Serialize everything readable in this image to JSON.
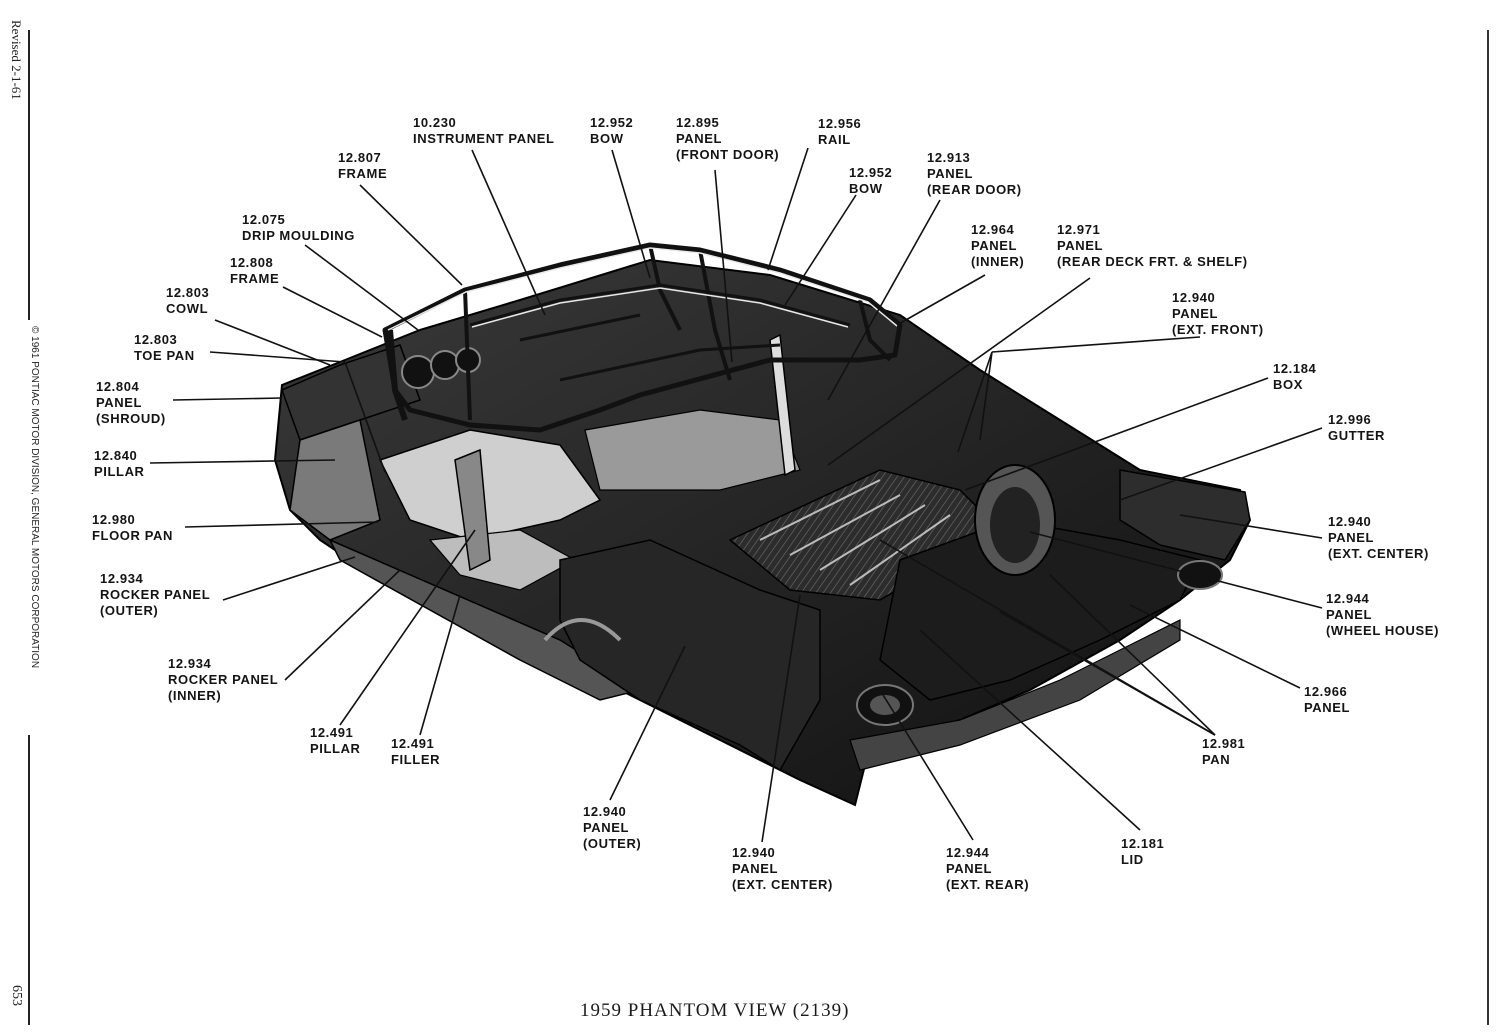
{
  "margin": {
    "revised": "Revised 2-1-61",
    "copyright": "© 1961 PONTIAC MOTOR DIVISION, GENERAL MOTORS CORPORATION",
    "page_number": "653"
  },
  "caption": "1959 PHANTOM VIEW (2139)",
  "callouts": [
    {
      "id": "instrument-panel",
      "lines": [
        "10.230",
        "INSTRUMENT PANEL"
      ]
    },
    {
      "id": "bow-front",
      "lines": [
        "12.952",
        "BOW"
      ]
    },
    {
      "id": "panel-front-door",
      "lines": [
        "12.895",
        "PANEL",
        "(FRONT DOOR)"
      ]
    },
    {
      "id": "rail",
      "lines": [
        "12.956",
        "RAIL"
      ]
    },
    {
      "id": "frame-upper",
      "lines": [
        "12.807",
        "FRAME"
      ]
    },
    {
      "id": "bow-rear",
      "lines": [
        "12.952",
        "BOW"
      ]
    },
    {
      "id": "panel-rear-door",
      "lines": [
        "12.913",
        "PANEL",
        "(REAR DOOR)"
      ]
    },
    {
      "id": "drip-moulding",
      "lines": [
        "12.075",
        "DRIP MOULDING"
      ]
    },
    {
      "id": "panel-inner",
      "lines": [
        "12.964",
        "PANEL",
        "(INNER)"
      ]
    },
    {
      "id": "panel-rear-deck",
      "lines": [
        "12.971",
        "PANEL",
        "(REAR DECK FRT. & SHELF)"
      ]
    },
    {
      "id": "frame-lower",
      "lines": [
        "12.808",
        "FRAME"
      ]
    },
    {
      "id": "cowl",
      "lines": [
        "12.803",
        "COWL"
      ]
    },
    {
      "id": "panel-ext-front",
      "lines": [
        "12.940",
        "PANEL",
        "(EXT. FRONT)"
      ]
    },
    {
      "id": "toe-pan",
      "lines": [
        "12.803",
        "TOE PAN"
      ]
    },
    {
      "id": "box",
      "lines": [
        "12.184",
        "BOX"
      ]
    },
    {
      "id": "panel-shroud",
      "lines": [
        "12.804",
        "PANEL",
        "(SHROUD)"
      ]
    },
    {
      "id": "gutter",
      "lines": [
        "12.996",
        "GUTTER"
      ]
    },
    {
      "id": "pillar-front",
      "lines": [
        "12.840",
        "PILLAR"
      ]
    },
    {
      "id": "floor-pan",
      "lines": [
        "12.980",
        "FLOOR PAN"
      ]
    },
    {
      "id": "panel-ext-center-right",
      "lines": [
        "12.940",
        "PANEL",
        "(EXT. CENTER)"
      ]
    },
    {
      "id": "rocker-outer",
      "lines": [
        "12.934",
        "ROCKER PANEL",
        "(OUTER)"
      ]
    },
    {
      "id": "panel-wheel-house",
      "lines": [
        "12.944",
        "PANEL",
        "(WHEEL HOUSE)"
      ]
    },
    {
      "id": "rocker-inner",
      "lines": [
        "12.934",
        "ROCKER PANEL",
        "(INNER)"
      ]
    },
    {
      "id": "panel-966",
      "lines": [
        "12.966",
        "PANEL"
      ]
    },
    {
      "id": "pillar-491",
      "lines": [
        "12.491",
        "PILLAR"
      ]
    },
    {
      "id": "filler",
      "lines": [
        "12.491",
        "FILLER"
      ]
    },
    {
      "id": "pan",
      "lines": [
        "12.981",
        "PAN"
      ]
    },
    {
      "id": "panel-outer",
      "lines": [
        "12.940",
        "PANEL",
        "(OUTER)"
      ]
    },
    {
      "id": "lid",
      "lines": [
        "12.181",
        "LID"
      ]
    },
    {
      "id": "panel-ext-center-bottom",
      "lines": [
        "12.940",
        "PANEL",
        "(EXT. CENTER)"
      ]
    },
    {
      "id": "panel-ext-rear",
      "lines": [
        "12.944",
        "PANEL",
        "(EXT. REAR)"
      ]
    }
  ]
}
